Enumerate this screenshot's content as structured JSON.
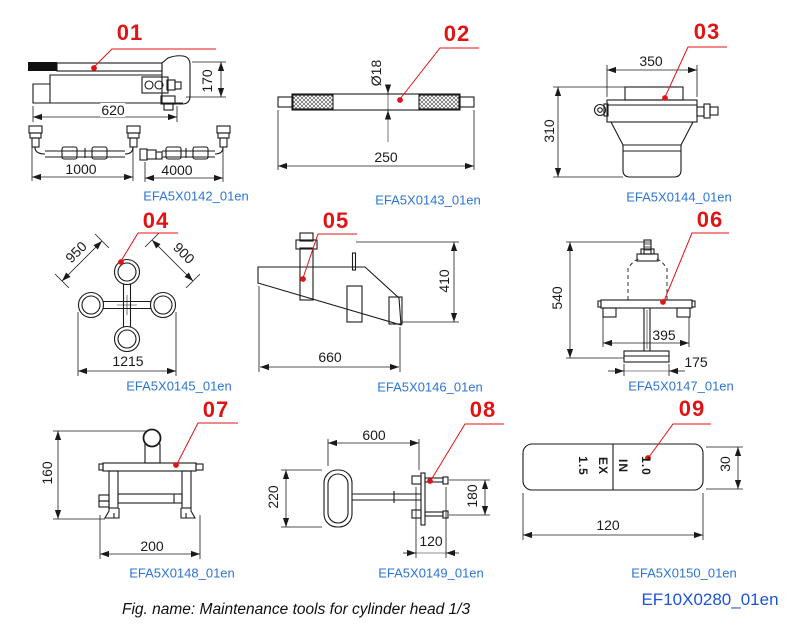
{
  "figure": {
    "caption": "Fig. name: Maintenance tools for cylinder head 1/3",
    "doc_code": "EF10X0280_01en"
  },
  "tools": [
    {
      "num": "01",
      "code": "EFA5X0142_01en",
      "dims": {
        "body_length": "620",
        "body_height": "170",
        "hose_short": "1000",
        "hose_long": "4000"
      }
    },
    {
      "num": "02",
      "code": "EFA5X0143_01en",
      "dims": {
        "diameter": "Ø18",
        "length": "250"
      }
    },
    {
      "num": "03",
      "code": "EFA5X0144_01en",
      "dims": {
        "width": "350",
        "height": "310"
      }
    },
    {
      "num": "04",
      "code": "EFA5X0145_01en",
      "dims": {
        "arm_left": "950",
        "arm_right": "900",
        "overall_width": "1215"
      }
    },
    {
      "num": "05",
      "code": "EFA5X0146_01en",
      "dims": {
        "height": "410",
        "length": "660"
      }
    },
    {
      "num": "06",
      "code": "EFA5X0147_01en",
      "dims": {
        "height": "540",
        "plate_width": "395",
        "base_width": "175"
      }
    },
    {
      "num": "07",
      "code": "EFA5X0148_01en",
      "dims": {
        "height": "160",
        "width": "200"
      }
    },
    {
      "num": "08",
      "code": "EFA5X0149_01en",
      "dims": {
        "length": "600",
        "handle_height": "220",
        "pin_span": "180",
        "pin_offset": "120"
      }
    },
    {
      "num": "09",
      "code": "EFA5X0150_01en",
      "dims": {
        "length": "120",
        "height": "30"
      },
      "markings": {
        "ex_label": "EX",
        "ex_value": "1.5",
        "in_label": "IN",
        "in_value": "1.0"
      }
    }
  ],
  "colors": {
    "callout_red": "#e01414",
    "code_blue": "#2d76d2",
    "doc_code_blue": "#1c55d4",
    "line": "#1a1a1a"
  }
}
